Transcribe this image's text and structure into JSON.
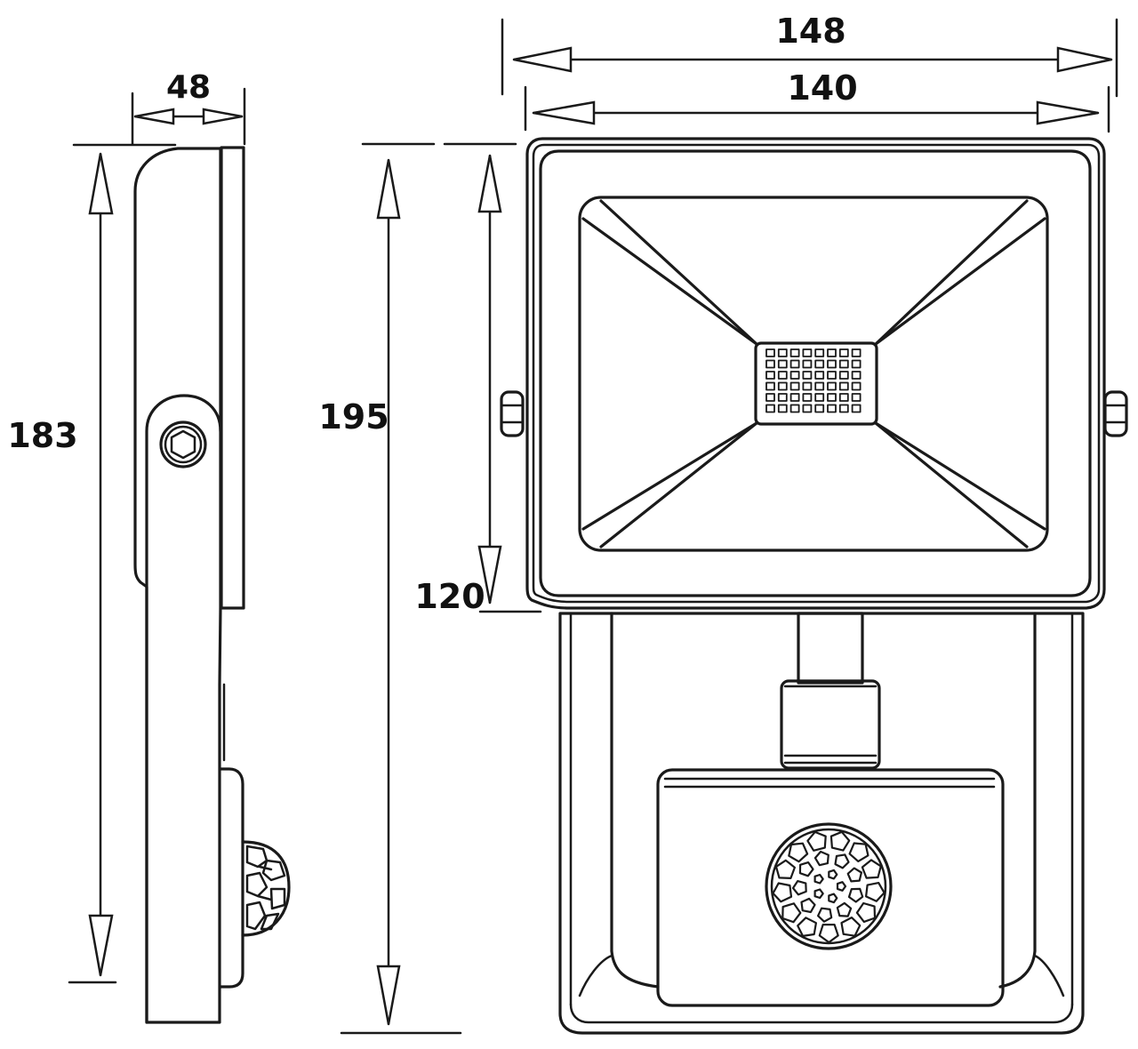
{
  "dimensions": {
    "width_total": "148",
    "width_inner": "140",
    "depth": "48",
    "height_side": "183",
    "height_total": "195",
    "height_lamp": "120"
  }
}
